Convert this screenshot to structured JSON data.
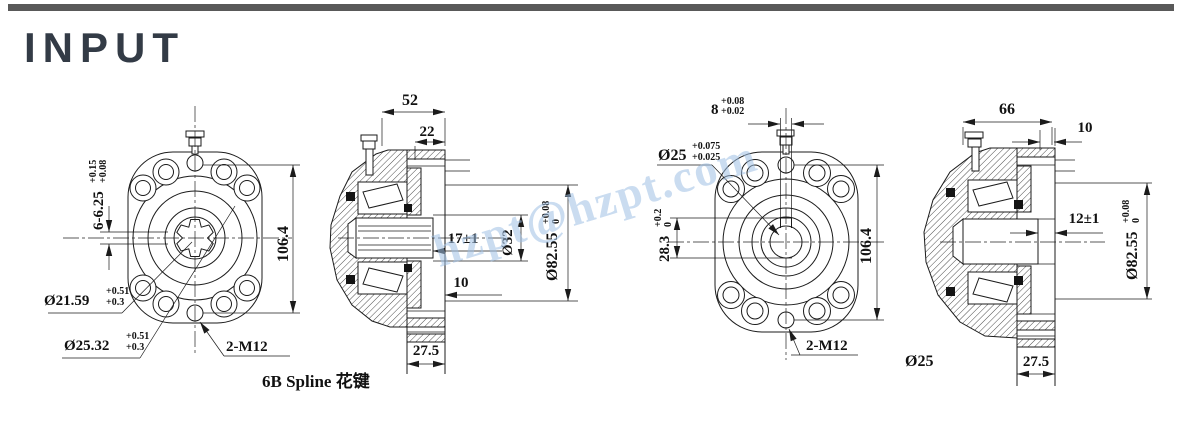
{
  "page": {
    "title": "INPUT",
    "watermark": "hzpt@hzpt.com"
  },
  "left_front": {
    "height": "106.4",
    "spline_width": "6-6.25",
    "spline_width_tol_up": "+0.15",
    "spline_width_tol_lo": "+0.08",
    "minor_dia": "Ø21.59",
    "minor_tol_up": "+0.51",
    "minor_tol_lo": "+0.3",
    "major_dia": "Ø25.32",
    "major_tol_up": "+0.51",
    "major_tol_lo": "+0.3",
    "thread": "2-M12",
    "note": "6B Spline 花键"
  },
  "left_section": {
    "length": "52",
    "pilot_len": "22",
    "spline_depth": "17±1",
    "bore": "Ø32",
    "pilot_dia": "Ø82.55",
    "pilot_tol_up": "+0.08",
    "pilot_tol_lo": "0",
    "step": "10",
    "flange_thk": "27.5"
  },
  "right_front": {
    "height": "106.4",
    "key_w": "8",
    "key_w_tol_up": "+0.08",
    "key_w_tol_lo": "+0.02",
    "bore": "Ø25",
    "bore_tol_up": "+0.075",
    "bore_tol_lo": "+0.025",
    "key_h": "28.3",
    "key_h_tol_up": "+0.2",
    "key_h_tol_lo": "0",
    "thread": "2-M12",
    "shaft": "Ø25"
  },
  "right_section": {
    "length": "66",
    "step": "10",
    "key_len": "12±1",
    "pilot_dia": "Ø82.55",
    "pilot_tol_up": "+0.08",
    "pilot_tol_lo": "0",
    "flange_thk": "27.5"
  }
}
